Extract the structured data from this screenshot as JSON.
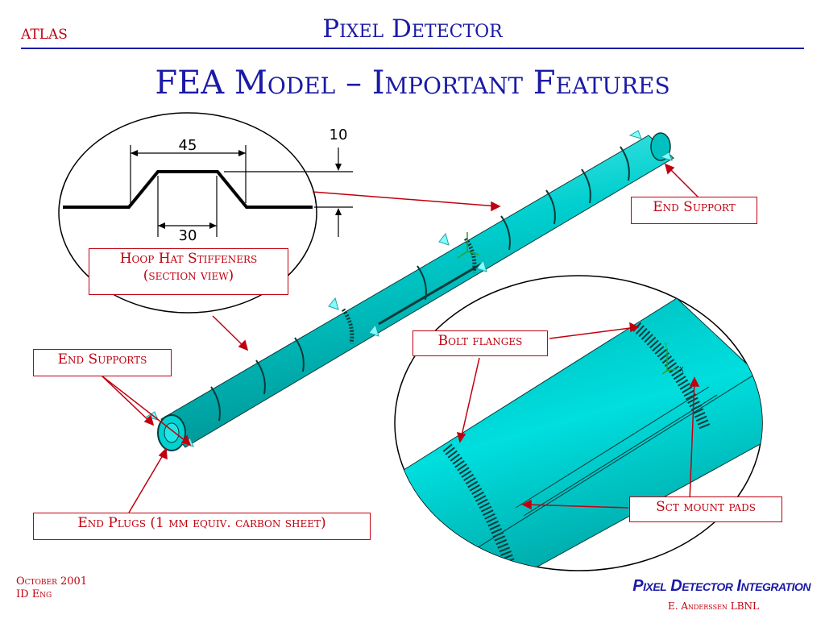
{
  "header": {
    "left_tag": "ATLAS",
    "title": "Pixel Detector"
  },
  "slide": {
    "title": "FEA Model – Important Features"
  },
  "section_detail": {
    "dim_top": "45",
    "dim_bottom": "30",
    "dim_height": "10"
  },
  "callouts": {
    "hoop_hat_line1": "Hoop Hat Stiffeners",
    "hoop_hat_line2": "(section view)",
    "end_support": "End Support",
    "end_supports": "End Supports",
    "end_plugs": "End Plugs (1 mm equiv. carbon sheet)",
    "bolt_flanges": "Bolt flanges",
    "sct_mount_pads": "Sct mount pads"
  },
  "footer": {
    "date": "October 2001",
    "dept": "ID Eng",
    "brand": "Pixel Detector Integration",
    "author": "E. Anderssen LBNL"
  },
  "colors": {
    "accent_blue": "#1a1aa6",
    "accent_red": "#c0000f",
    "tube_cyan": "#00c8c8"
  }
}
